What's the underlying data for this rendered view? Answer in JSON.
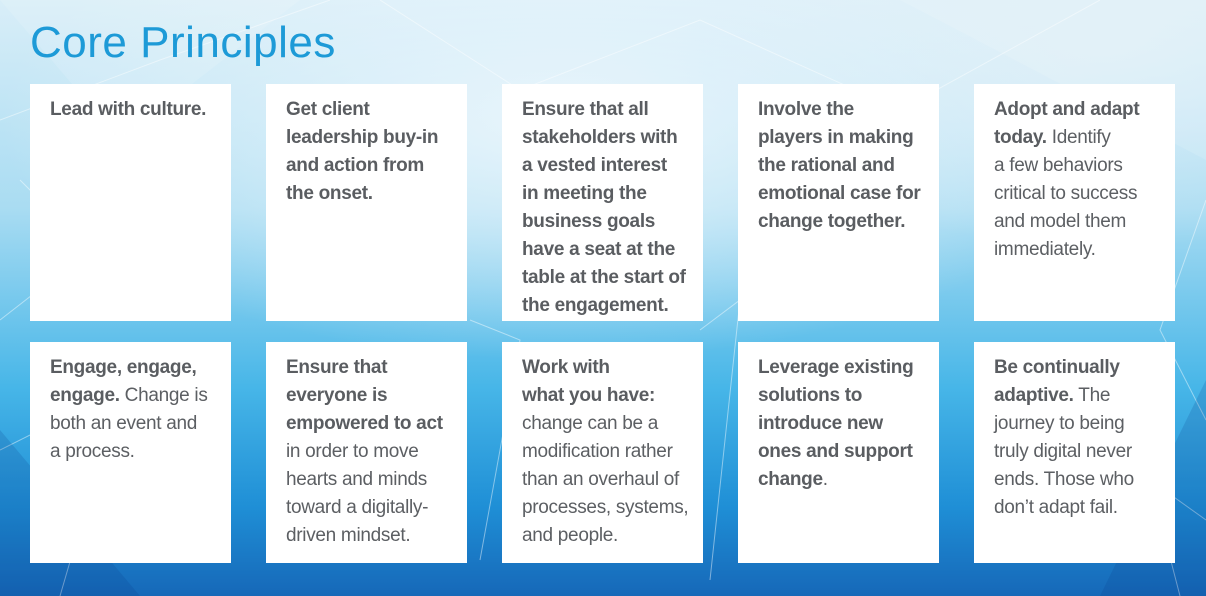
{
  "title": "Core Principles",
  "colors": {
    "title": "#1d9ad7",
    "text": "#5c5f63"
  },
  "cards": [
    {
      "lines": [
        [
          {
            "t": "Lead with culture.",
            "b": true
          }
        ]
      ]
    },
    {
      "lines": [
        [
          {
            "t": "Get client",
            "b": true
          }
        ],
        [
          {
            "t": "leadership buy-in",
            "b": true
          }
        ],
        [
          {
            "t": "and action from",
            "b": true
          }
        ],
        [
          {
            "t": "the onset.",
            "b": true
          }
        ]
      ]
    },
    {
      "lines": [
        [
          {
            "t": "Ensure that all",
            "b": true
          }
        ],
        [
          {
            "t": "stakeholders with",
            "b": true
          }
        ],
        [
          {
            "t": "a vested interest",
            "b": true
          }
        ],
        [
          {
            "t": "in meeting the",
            "b": true
          }
        ],
        [
          {
            "t": "business goals",
            "b": true
          }
        ],
        [
          {
            "t": "have a seat at the",
            "b": true
          }
        ],
        [
          {
            "t": "table at the start of",
            "b": true
          }
        ],
        [
          {
            "t": "the engagement.",
            "b": true
          }
        ]
      ]
    },
    {
      "lines": [
        [
          {
            "t": "Involve the",
            "b": true
          }
        ],
        [
          {
            "t": "players in making",
            "b": true
          }
        ],
        [
          {
            "t": "the rational and",
            "b": true
          }
        ],
        [
          {
            "t": "emotional case for",
            "b": true
          }
        ],
        [
          {
            "t": "change together.",
            "b": true
          }
        ]
      ]
    },
    {
      "lines": [
        [
          {
            "t": "Adopt and adapt",
            "b": true
          }
        ],
        [
          {
            "t": "today.",
            "b": true
          },
          {
            "t": " Identify",
            "b": false
          }
        ],
        [
          {
            "t": "a few behaviors",
            "b": false
          }
        ],
        [
          {
            "t": "critical to success",
            "b": false
          }
        ],
        [
          {
            "t": "and model them",
            "b": false
          }
        ],
        [
          {
            "t": "immediately.",
            "b": false
          }
        ]
      ]
    },
    {
      "lines": [
        [
          {
            "t": "Engage, engage,",
            "b": true
          }
        ],
        [
          {
            "t": "engage.",
            "b": true
          },
          {
            "t": " Change is",
            "b": false
          }
        ],
        [
          {
            "t": "both an event and",
            "b": false
          }
        ],
        [
          {
            "t": "a process.",
            "b": false
          }
        ]
      ]
    },
    {
      "lines": [
        [
          {
            "t": "Ensure that",
            "b": true
          }
        ],
        [
          {
            "t": "everyone is",
            "b": true
          }
        ],
        [
          {
            "t": "empowered to act",
            "b": true
          }
        ],
        [
          {
            "t": "in order to move",
            "b": false
          }
        ],
        [
          {
            "t": "hearts and minds",
            "b": false
          }
        ],
        [
          {
            "t": "toward a digitally-",
            "b": false
          }
        ],
        [
          {
            "t": "driven mindset.",
            "b": false
          }
        ]
      ]
    },
    {
      "lines": [
        [
          {
            "t": "Work with",
            "b": true
          }
        ],
        [
          {
            "t": "what you have:",
            "b": true
          }
        ],
        [
          {
            "t": "change can be a",
            "b": false
          }
        ],
        [
          {
            "t": "modification  rather",
            "b": false
          }
        ],
        [
          {
            "t": "than an overhaul of",
            "b": false
          }
        ],
        [
          {
            "t": "processes,  systems,",
            "b": false
          }
        ],
        [
          {
            "t": "and people.",
            "b": false
          }
        ]
      ]
    },
    {
      "lines": [
        [
          {
            "t": "Leverage existing",
            "b": true
          }
        ],
        [
          {
            "t": "solutions to",
            "b": true
          }
        ],
        [
          {
            "t": "introduce new",
            "b": true
          }
        ],
        [
          {
            "t": "ones and support",
            "b": true
          }
        ],
        [
          {
            "t": "change",
            "b": true
          },
          {
            "t": ".",
            "b": false
          }
        ]
      ]
    },
    {
      "lines": [
        [
          {
            "t": "Be continually",
            "b": true
          }
        ],
        [
          {
            "t": "adaptive.",
            "b": true
          },
          {
            "t": " The",
            "b": false
          }
        ],
        [
          {
            "t": "journey to being",
            "b": false
          }
        ],
        [
          {
            "t": "truly digital never",
            "b": false
          }
        ],
        [
          {
            "t": "ends. Those who",
            "b": false
          }
        ],
        [
          {
            "t": "don’t adapt fail.",
            "b": false
          }
        ]
      ]
    }
  ]
}
